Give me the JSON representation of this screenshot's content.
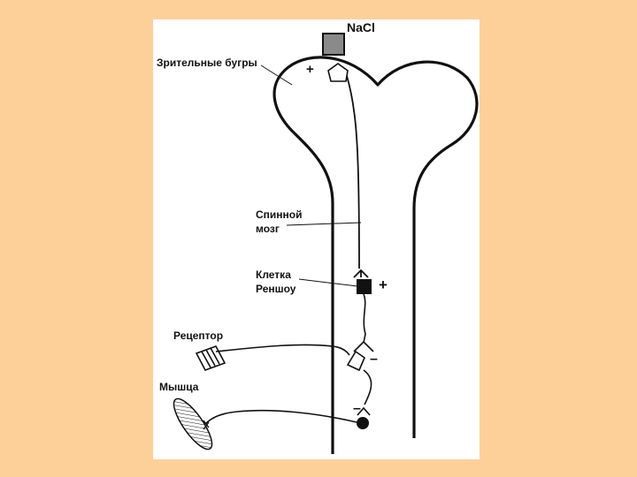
{
  "labels": {
    "nacl": "NaCl",
    "thalamus": "Зрительные бугры",
    "spinal_cord_line1": "Спинной",
    "spinal_cord_line2": "мозг",
    "renshaw_line1": "Клетка",
    "renshaw_line2": "Реншоу",
    "receptor": "Рецептор",
    "muscle": "Мышца"
  },
  "signs": {
    "thalamus_plus": "+",
    "renshaw_plus": "+",
    "interneuron_minus": "–",
    "motoneuron_minus": "–"
  },
  "colors": {
    "background": "#fdd099",
    "panel": "#ffffff",
    "outline": "#111111",
    "nacl_box": "#8a8a8a"
  }
}
